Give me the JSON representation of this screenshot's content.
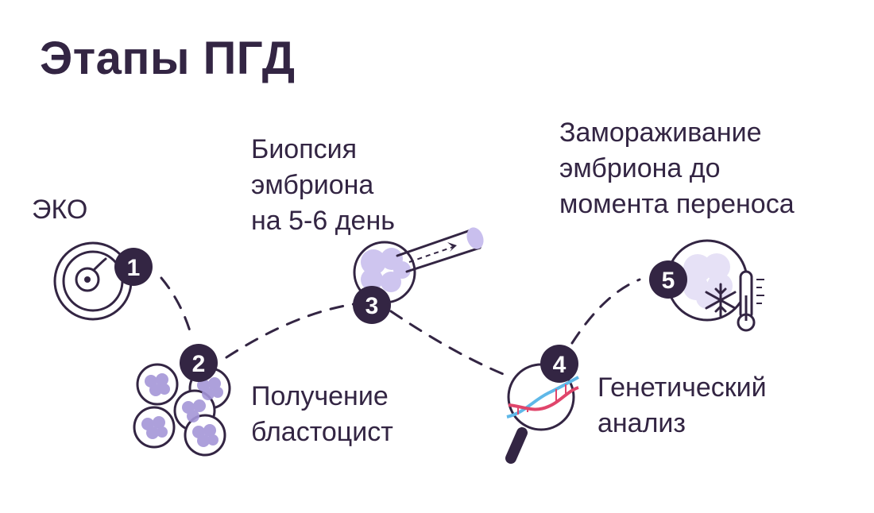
{
  "title": "Этапы ПГД",
  "steps": [
    {
      "number": "1",
      "lines": [
        "ЭКО"
      ],
      "icon": "egg-cell-icon"
    },
    {
      "number": "2",
      "lines": [
        "Получение",
        "бластоцист"
      ],
      "icon": "blastocysts-icon"
    },
    {
      "number": "3",
      "lines": [
        "Биопсия",
        "эмбриона",
        "на 5-6 день"
      ],
      "icon": "biopsy-pipette-icon"
    },
    {
      "number": "4",
      "lines": [
        "Генетический",
        "анализ"
      ],
      "icon": "dna-magnifier-icon"
    },
    {
      "number": "5",
      "lines": [
        "Замораживание",
        "эмбриона до",
        "момента переноса"
      ],
      "icon": "snowflake-thermometer-icon"
    }
  ],
  "colors": {
    "dark": "#332543",
    "purple": "#a596d8",
    "purple_light": "#c9bfee",
    "dna_red": "#e0456b",
    "dna_blue": "#5fb8e8"
  }
}
